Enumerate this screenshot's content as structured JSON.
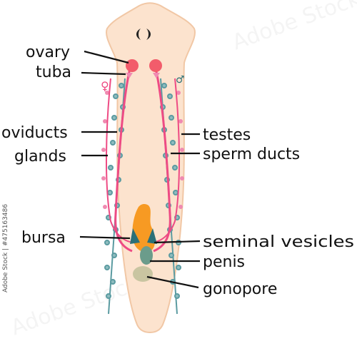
{
  "labels": {
    "ovary": "ovary",
    "tuba": "tuba",
    "oviducts": "oviducts",
    "glands": "glands",
    "testes": "testes",
    "sperm_ducts": "sperm ducts",
    "bursa": "bursa",
    "seminal_vesicles": "seminal vesicles",
    "penis": "penis",
    "gonopore": "gonopore"
  },
  "symbols": {
    "female": "♀",
    "male": "♂"
  },
  "watermark": {
    "stock_id": "Adobe Stock | #475163486"
  },
  "colors": {
    "body": "#fce3ce",
    "body_outline": "#f1c7a5",
    "ovary": "#f25c6b",
    "oviduct": "#ee4b84",
    "glands": "#5b9ba1",
    "sperm_duct": "#ee4b84",
    "testes": "#f08ab1",
    "bursa": "#f79a23",
    "seminal_vesicles": "#2a7077",
    "penis": "#6b9c8b",
    "gonopore": "#c9c5a1",
    "female_symbol": "#ee4b84",
    "male_symbol": "#2a7077"
  }
}
